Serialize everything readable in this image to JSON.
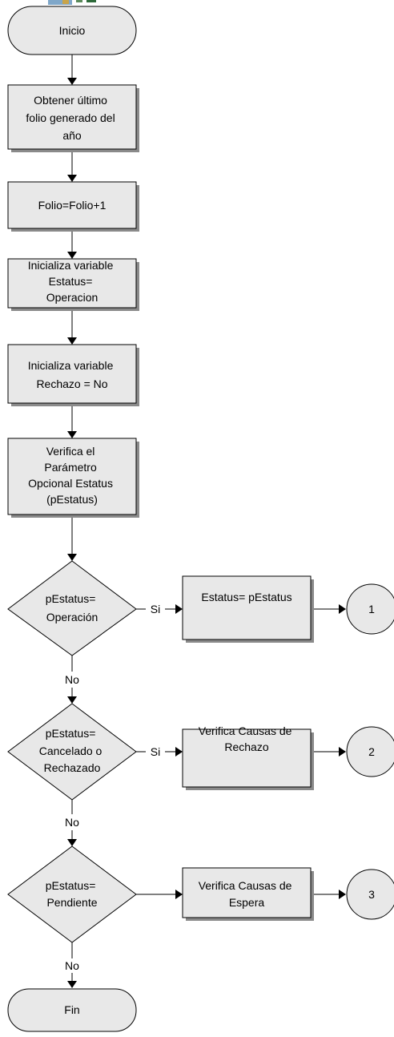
{
  "nodes": {
    "inicio": "Inicio",
    "obtener": [
      "Obtener último",
      "folio generado del",
      "año"
    ],
    "folio": "Folio=Folio+1",
    "estatus_init": [
      "Inicializa variable",
      "Estatus=",
      "Operacion"
    ],
    "rechazo_init": [
      "Inicializa variable",
      "Rechazo = No"
    ],
    "verifica_param": [
      "Verifica el",
      "Parámetro",
      "Opcional Estatus",
      "(pEstatus)"
    ],
    "dec_operacion": [
      "pEstatus=",
      "Operación"
    ],
    "set_estatus": "Estatus= pEstatus",
    "conn1": "1",
    "dec_cancelado": [
      "pEstatus=",
      "Cancelado o",
      "Rechazado"
    ],
    "causas_rechazo": [
      "Verifica Causas de",
      "Rechazo"
    ],
    "conn2": "2",
    "dec_pendiente": [
      "pEstatus=",
      "Pendiente"
    ],
    "causas_espera": [
      "Verifica Causas de",
      "Espera"
    ],
    "conn3": "3",
    "fin": "Fin"
  },
  "edge_labels": {
    "si_1": "Si",
    "no_1": "No",
    "si_2": "Si",
    "no_2": "No",
    "no_3": "No"
  }
}
